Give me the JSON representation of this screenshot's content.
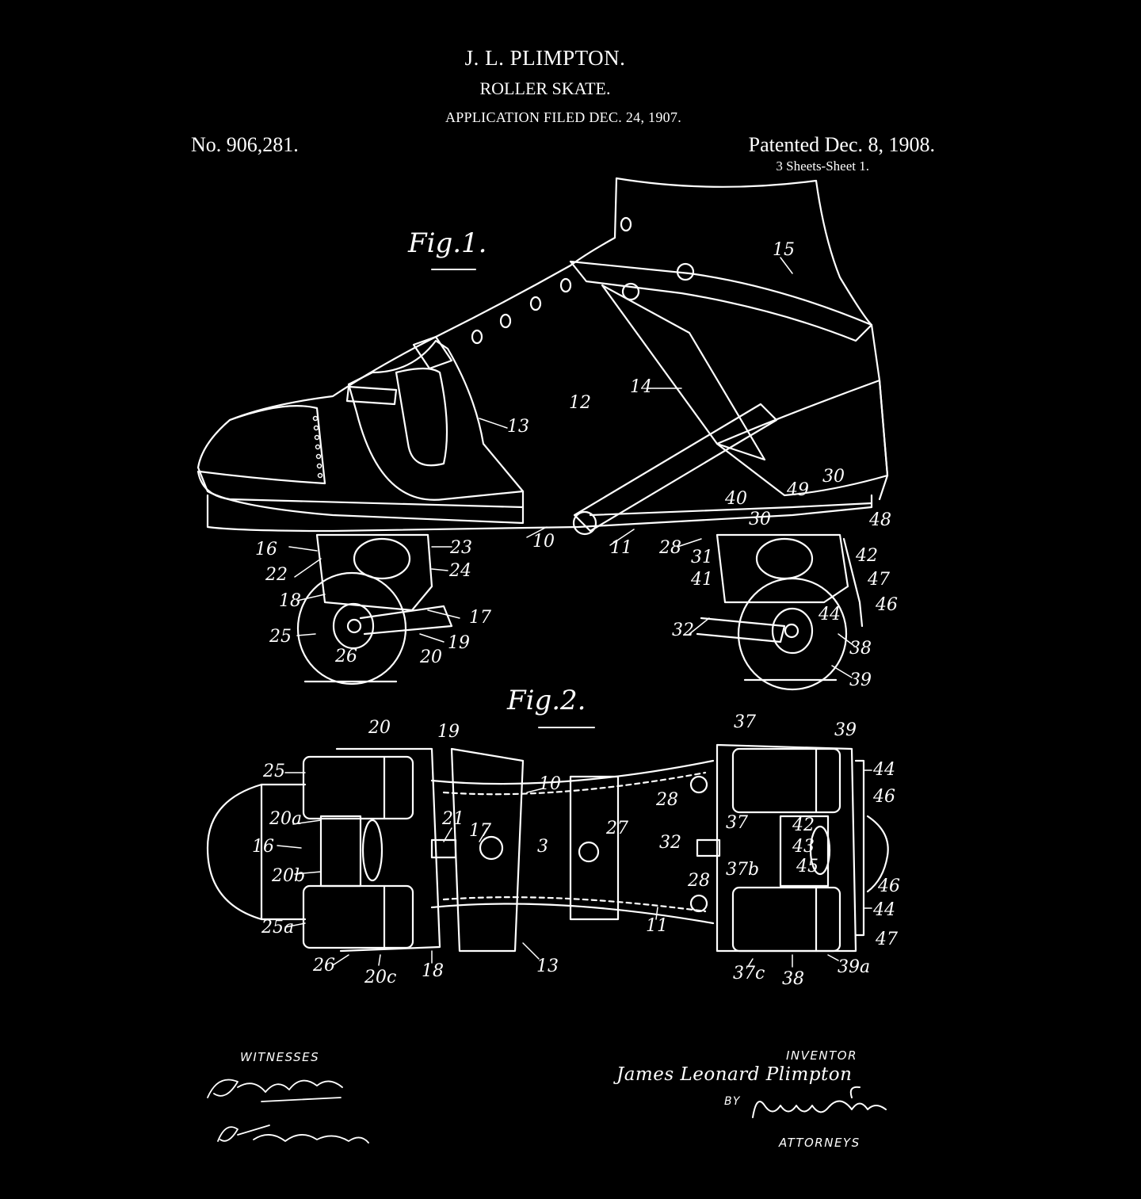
{
  "header": {
    "inventor": "J. L. PLIMPTON.",
    "title": "ROLLER SKATE.",
    "filed": "APPLICATION FILED DEC. 24, 1907.",
    "number": "No. 906,281.",
    "patented": "Patented Dec. 8, 1908.",
    "sheets": "3 Sheets-Sheet 1."
  },
  "figures": {
    "fig1": "Fig.1.",
    "fig2": "Fig.2."
  },
  "fig1_labels": [
    "15",
    "14",
    "12",
    "13",
    "10",
    "11",
    "28",
    "49",
    "30",
    "40",
    "30",
    "48",
    "16",
    "22",
    "18",
    "23",
    "24",
    "31",
    "41",
    "42",
    "47",
    "46",
    "44",
    "32",
    "17",
    "25",
    "19",
    "26",
    "20",
    "38",
    "39"
  ],
  "fig2_labels": [
    "20",
    "19",
    "37",
    "39",
    "25",
    "10",
    "28",
    "44",
    "46",
    "20a",
    "21",
    "17",
    "27",
    "37",
    "42",
    "16",
    "3",
    "32",
    "43",
    "20b",
    "37b",
    "45",
    "46",
    "28",
    "25a",
    "11",
    "44",
    "47",
    "26",
    "20c",
    "18",
    "13",
    "37c",
    "38",
    "39a"
  ],
  "footer": {
    "witnesses_label": "WITNESSES",
    "inventor_label": "INVENTOR",
    "inventor_name": "James Leonard Plimpton",
    "by_label": "BY",
    "attorneys_label": "ATTORNEYS"
  },
  "colors": {
    "background": "#000000",
    "ink": "#ffffff"
  }
}
